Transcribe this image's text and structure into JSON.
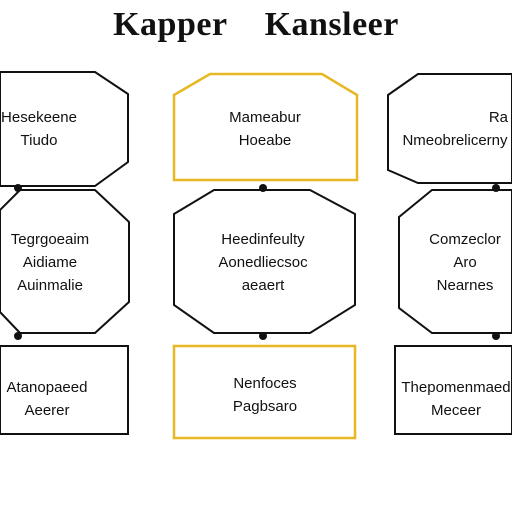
{
  "title": {
    "left": "Kapper",
    "right": "Kansleer"
  },
  "colors": {
    "stroke": "#111111",
    "highlight": "#e8b824",
    "background": "#ffffff"
  },
  "nodes": {
    "r1c1": [
      "Hesekeene",
      "Tiudo"
    ],
    "r1c2": [
      "Mameabur",
      "Hoeabe"
    ],
    "r1c3": [
      "Ra",
      "Nmeobrelicerny"
    ],
    "r2c1": [
      "Tegrgoeaim",
      "Aidiame",
      "Auinmalie"
    ],
    "r2c2": [
      "Heedinfeulty",
      "Aonedliecsoc",
      "aeaert"
    ],
    "r2c3": [
      "Comzeclor",
      "Aro",
      "Nearnes"
    ],
    "r3c1": [
      "Atanopaeed",
      "Aeerer"
    ],
    "r3c2": [
      "Nenfoces",
      "Pagbsaro"
    ],
    "r3c3": [
      "Thepomenmaed",
      "Meceer"
    ]
  }
}
